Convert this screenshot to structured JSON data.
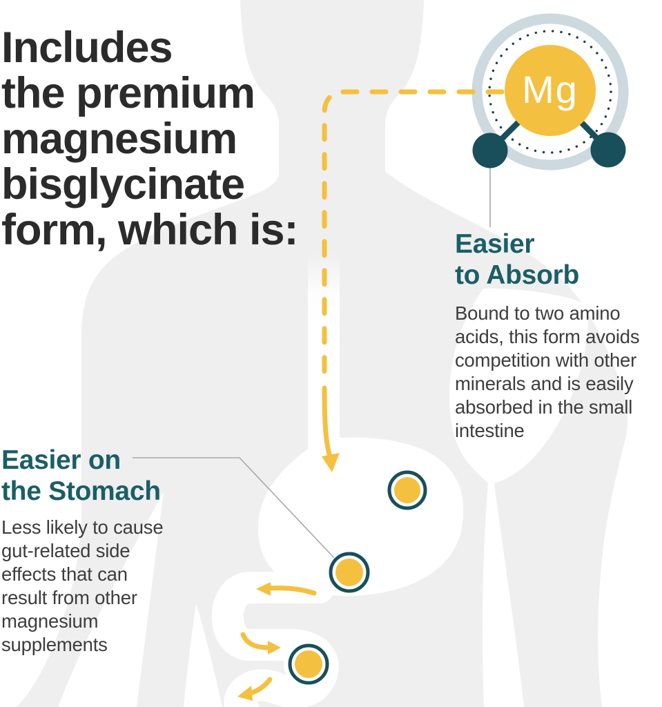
{
  "headline": "Includes\nthe premium\nmagnesium\nbisglycinate\nform, which is:",
  "molecule": {
    "symbol": "Mg"
  },
  "sections": {
    "absorb": {
      "title": "Easier\nto Absorb",
      "body": "Bound to two amino\nacids, this form avoids\ncompetition with other\nminerals and is easily\nabsorbed in the small\nintestine"
    },
    "stomach": {
      "title": "Easier on\nthe Stomach",
      "body": "Less likely to cause\ngut-related side\neffects that can\nresult from other\nmagnesium\nsupplements"
    }
  },
  "colors": {
    "background": "#FFFFFF",
    "silhouette": "#EFEFF0",
    "yellow": "#F4C03F",
    "teal_dark": "#184F5B",
    "teal_heading": "#1B5E66",
    "ring_light": "#CCD9DE",
    "dot_navy": "#213B44",
    "ink": "#2B2B2B",
    "body_ink": "#3D3D3D",
    "connector_gray": "#A5A8AA"
  }
}
